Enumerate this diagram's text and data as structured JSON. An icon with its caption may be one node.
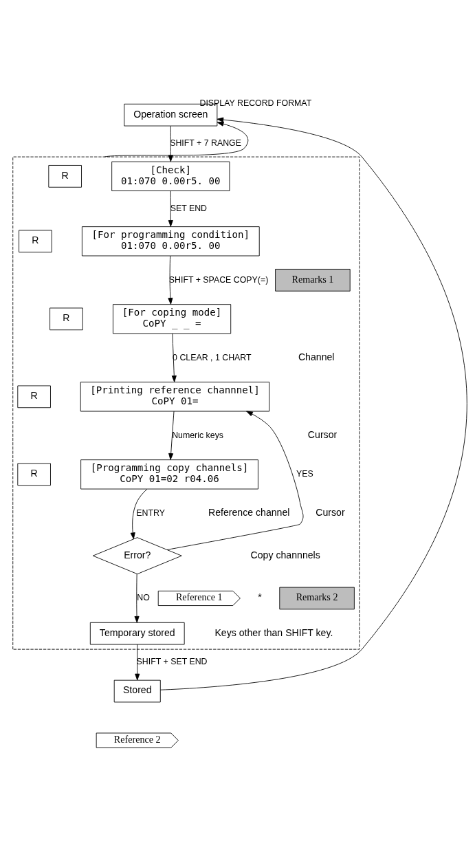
{
  "diagram": {
    "nodes": [
      {
        "text": [
          "Operation screen"
        ]
      },
      {
        "text": [],
        "shape": "box"
      },
      {
        "text": [
          "R"
        ],
        "in": 1
      },
      {
        "text": [
          "[Check]",
          "01:070 0.00r5. 00"
        ],
        "in": 1
      },
      {
        "text": [
          "R"
        ],
        "in": 1
      },
      {
        "text": [
          "[For programming condition]",
          "01:070 0.00r5. 00"
        ],
        "in": 1
      },
      {
        "text": [
          "R"
        ],
        "in": 1
      },
      {
        "text": [
          "[For coping mode]",
          "CoPY _ _ ="
        ],
        "in": 1
      },
      {
        "text": [
          "R"
        ],
        "in": 1
      },
      {
        "text": [
          "[Printing reference channnel]",
          "CoPY 01="
        ],
        "in": 1
      },
      {
        "text": [
          "R"
        ],
        "in": 1
      },
      {
        "text": [
          "[Programming copy channels]",
          "CoPY 01=02 r04.06"
        ],
        "in": 1
      },
      {
        "text": [
          "Error?"
        ],
        "in": 1
      },
      {
        "text": [
          "Temporary stored"
        ],
        "in": 1
      },
      {
        "text": [
          "Stored"
        ]
      },
      {
        "text": [
          "Remarks 1"
        ],
        "in": 1
      },
      {
        "text": [
          "Remarks 2"
        ],
        "in": 1
      },
      {
        "text": [
          "Reference 1"
        ],
        "in": 1
      },
      {
        "text": [
          "Reference 2"
        ]
      }
    ],
    "edges": [
      {
        "from": 0,
        "to": 3,
        "arrow": "to",
        "label": "SHIFT + 7 RANGE"
      },
      {
        "from": 3,
        "to": 5,
        "arrow": "to",
        "label": "SET END"
      },
      {
        "from": 5,
        "to": 7,
        "arrow": "to",
        "label": "SHIFT + SPACE COPY(=)"
      },
      {
        "from": 7,
        "to": 9,
        "arrow": "to",
        "label": "0 CLEAR , 1 CHART"
      },
      {
        "from": 9,
        "to": 11,
        "arrow": "to",
        "label": "Numeric keys"
      },
      {
        "from": 11,
        "to": 12,
        "arrow": "to",
        "label": "ENTRY"
      },
      {
        "from": 12,
        "to": 9,
        "arrow": "to",
        "label": "YES"
      },
      {
        "from": 12,
        "to": 13,
        "arrow": "to",
        "label": "NO"
      },
      {
        "from": 13,
        "to": 14,
        "arrow": "to",
        "label": "SHIFT + SET END"
      },
      {
        "from": 14,
        "to": 0,
        "arrow": "to"
      },
      {
        "from": 1,
        "to": 0,
        "arrow": "to",
        "label": "DISPLAY RECORD FORMAT"
      }
    ],
    "labels": [
      "Channel",
      "Cursor",
      "Cursor",
      "Reference channel",
      "*",
      "Copy channnels",
      "Keys other than SHIFT key."
    ]
  }
}
